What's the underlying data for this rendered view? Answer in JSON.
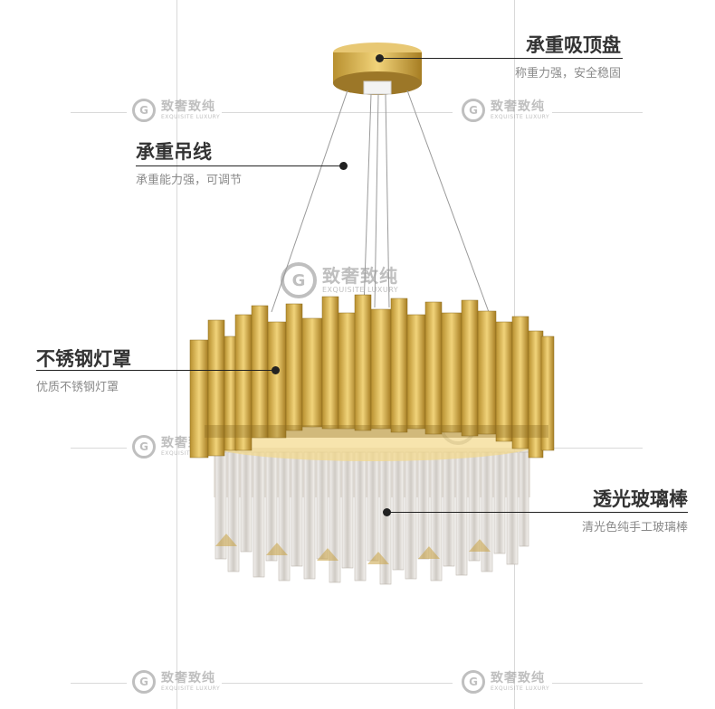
{
  "callouts": {
    "ceiling_plate": {
      "title": "承重吸顶盘",
      "subtitle": "称重力强，安全稳固"
    },
    "suspension_wire": {
      "title": "承重吊线",
      "subtitle": "承重能力强，可调节"
    },
    "steel_shade": {
      "title": "不锈钢灯罩",
      "subtitle": "优质不锈钢灯罩"
    },
    "crystal_rods": {
      "title": "透光玻璃棒",
      "subtitle": "清光色纯手工玻璃棒"
    }
  },
  "watermark": {
    "cn": "致奢致纯",
    "en": "EXQUISITE LUXURY"
  },
  "colors": {
    "gold": "#c9a344",
    "gold_dark": "#8a6a1f",
    "crystal": "#e6e3e0",
    "text_dark": "#333333",
    "text_sub": "#8a8a8a"
  }
}
